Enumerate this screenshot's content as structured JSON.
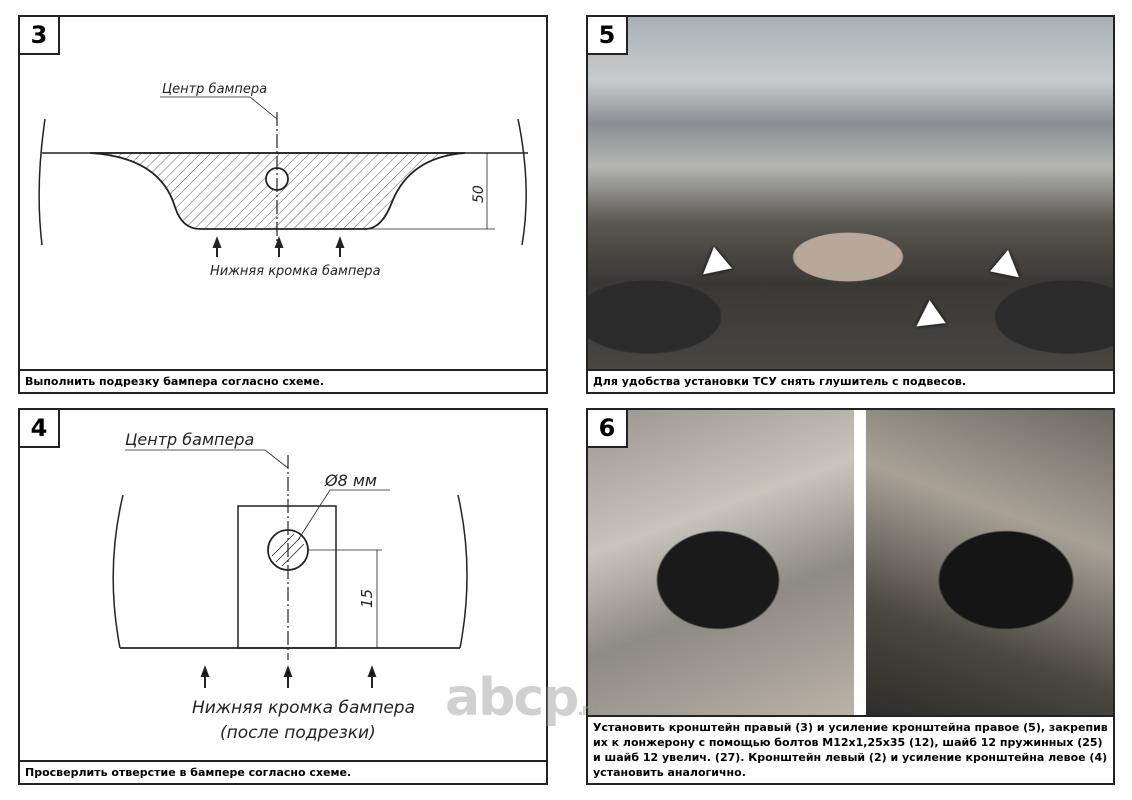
{
  "panels": [
    {
      "number": "3",
      "caption": "Выполнить подрезку бампера согласно схеме.",
      "labels": {
        "center": "Центр бампера",
        "edge": "Нижняя кромка бампера",
        "dim": "50"
      }
    },
    {
      "number": "5",
      "caption": "Для удобства установки ТСУ снять глушитель с подвесов."
    },
    {
      "number": "4",
      "caption": "Просверлить отверстие в бампере согласно схеме.",
      "labels": {
        "center": "Центр бампера",
        "hole": "Ø8 мм",
        "dim": "15",
        "edge": "Нижняя кромка бампера",
        "edge2": "(после подрезки)"
      }
    },
    {
      "number": "6",
      "caption": "Установить кронштейн правый (3) и усиление кронштейна правое (5), закрепив их к лонжерону с помощью болтов M12x1,25x35 (12), шайб 12 пружинных (25) и шайб 12 увелич. (27). Кронштейн левый (2) и усиление кронштейна левое (4) установить аналогично."
    }
  ],
  "watermark": {
    "brand": "abcp",
    "tld": ".ru"
  }
}
